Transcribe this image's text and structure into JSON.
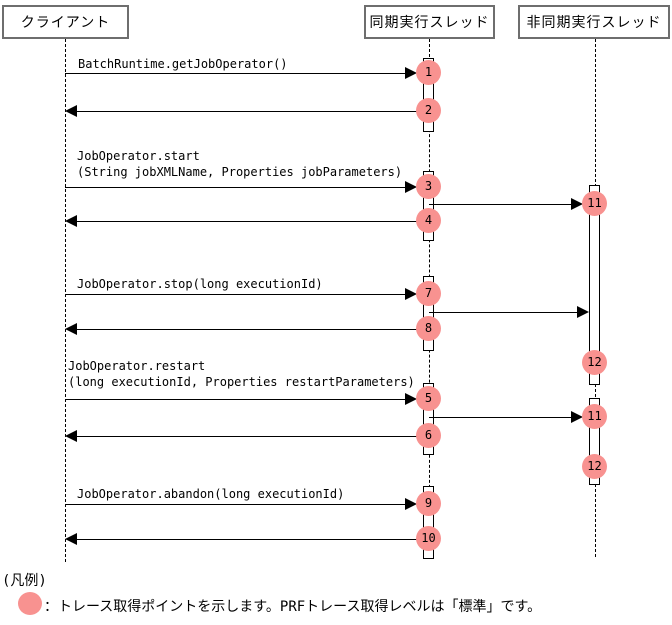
{
  "colors": {
    "trace-point": "#F89290",
    "line": "#000000",
    "box-border": "#6E6E6E"
  },
  "diagram": {
    "actors": [
      {
        "label": "クライアント"
      },
      {
        "label": "同期実行スレッド"
      },
      {
        "label": "非同期実行スレッド"
      }
    ],
    "messages": [
      {
        "label": "BatchRuntime.getJobOperator()"
      },
      {
        "label": "JobOperator.start",
        "line2": "(String jobXMLName, Properties jobParameters)"
      },
      {
        "label": "JobOperator.stop(long executionId)"
      },
      {
        "label": "JobOperator.restart",
        "line2": "(long executionId, Properties restartParameters)"
      },
      {
        "label": "JobOperator.abandon(long executionId)"
      }
    ],
    "sync_points": [
      "1",
      "2",
      "3",
      "4",
      "7",
      "8",
      "5",
      "6",
      "9",
      "10"
    ],
    "async_points": [
      "11",
      "12",
      "11",
      "12"
    ]
  },
  "legend": {
    "title": "(凡例)",
    "text": "：トレース取得ポイントを示します。PRFトレース取得レベルは「標準」です。"
  }
}
